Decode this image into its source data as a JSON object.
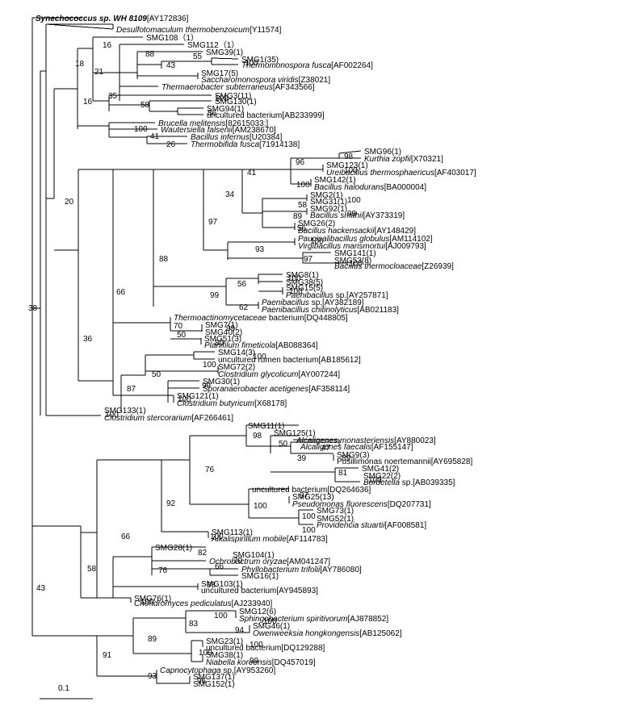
{
  "scale_bar": {
    "label": "0.1"
  },
  "leaves": [
    {
      "name": "Synechococcus sp. WH 8109",
      "acc": "[AY172836]",
      "italic": true,
      "bold": true
    },
    {
      "name": "Desulfotomaculum thermobenzoicum",
      "acc": "[Y11574]",
      "italic": true
    },
    {
      "name": "SMG108（1）",
      "acc": "",
      "italic": false
    },
    {
      "name": "SMG112（1）",
      "acc": "",
      "italic": false
    },
    {
      "name": "SMG39(1)",
      "acc": "",
      "italic": false
    },
    {
      "name": "SMG1(35)",
      "acc": "",
      "italic": false
    },
    {
      "name": "Thermomonospora fusca",
      "acc": "[AF002264]",
      "italic": true
    },
    {
      "name": "SMG17(5)",
      "acc": "",
      "italic": false
    },
    {
      "name": "Saccharomonospora viridis",
      "acc": "[Z38021]",
      "italic": true
    },
    {
      "name": "Thermaerobacter subterraneus",
      "acc": "[AF343566]",
      "italic": true
    },
    {
      "name": "SMG3(11)",
      "acc": "",
      "italic": false
    },
    {
      "name": "SMG130(1)",
      "acc": "",
      "italic": false
    },
    {
      "name": "SMG94(1)",
      "acc": "",
      "italic": false
    },
    {
      "name": "uncultured bacterium",
      "acc": "[AB233999]",
      "italic": false
    },
    {
      "name": "Brucella melitensis",
      "acc": "[82615033:]",
      "italic": true
    },
    {
      "name": "Wautersiella falsenii",
      "acc": "[AM238670]",
      "italic": true
    },
    {
      "name": "Bacillus infernus",
      "acc": "[U20384]",
      "italic": true
    },
    {
      "name": "Thermobifida fusca",
      "acc": "[71914138]",
      "italic": true
    },
    {
      "name": "SMG96(1)",
      "acc": "",
      "italic": false
    },
    {
      "name": "Kurthia zopfii",
      "acc": "[X70321]",
      "italic": true
    },
    {
      "name": "SMG123(1)",
      "acc": "",
      "italic": false
    },
    {
      "name": "Ureibacillus thermosphaericus",
      "acc": "[AF403017]",
      "italic": true
    },
    {
      "name": "SMG142(1)",
      "acc": "",
      "italic": false
    },
    {
      "name": "Bacillus halodurans",
      "acc": "[BA000004]",
      "italic": true
    },
    {
      "name": "SMG2(1)",
      "acc": "",
      "italic": false
    },
    {
      "name": "SMG31(1)",
      "acc": "",
      "italic": false
    },
    {
      "name": "SMG92(1)",
      "acc": "",
      "italic": false
    },
    {
      "name": "Bacillus smithii",
      "acc": "[AY373319]",
      "italic": true
    },
    {
      "name": "SMG26(2)",
      "acc": "",
      "italic": false
    },
    {
      "name": "Bacillus hackensackii",
      "acc": "[AY148429]",
      "italic": true
    },
    {
      "name": "Paucisalibacillus globulus",
      "acc": "[AM114102]",
      "italic": true
    },
    {
      "name": "Virgibacillus marismortui",
      "acc": "[AJ009793]",
      "italic": true
    },
    {
      "name": "SMG141(1)",
      "acc": "",
      "italic": false
    },
    {
      "name": "SMG53(8)",
      "acc": "",
      "italic": false
    },
    {
      "name": "Bacillus thermocloaceae",
      "acc": "[Z26939]",
      "italic": true
    },
    {
      "name": "SMG8(1)",
      "acc": "",
      "italic": false
    },
    {
      "name": "SMG38(5)",
      "acc": "",
      "italic": false
    },
    {
      "name": "SMG15(5)",
      "acc": "",
      "italic": false
    },
    {
      "name": "Paenibacillus",
      "acc": " sp.[AY257871]",
      "italic": true
    },
    {
      "name": "Paenibacillus",
      "acc": " sp.[AY382189]",
      "italic": true
    },
    {
      "name": "Paenibacillus chitinolyticus",
      "acc": "[AB021183]",
      "italic": true
    },
    {
      "name": "Thermoactinomycetaceae",
      "acc": " bacterium[DQ448805]",
      "italic": true
    },
    {
      "name": "SMG7(1)",
      "acc": "",
      "italic": false
    },
    {
      "name": "SMG40(2)",
      "acc": "",
      "italic": false
    },
    {
      "name": "SMG51(3)",
      "acc": "",
      "italic": false
    },
    {
      "name": "Planifilum fimeticola",
      "acc": "[AB088364]",
      "italic": true
    },
    {
      "name": "SMG14(3)",
      "acc": "",
      "italic": false
    },
    {
      "name": "uncultured rumen bacterium",
      "acc": "[AB185612]",
      "italic": false
    },
    {
      "name": "SMG72(2)",
      "acc": "",
      "italic": false
    },
    {
      "name": "Clostridium glycolicum",
      "acc": "[AY007244]",
      "italic": true
    },
    {
      "name": "SMG30(1)",
      "acc": "",
      "italic": false
    },
    {
      "name": "Sporanaerobacter acetigenes",
      "acc": "[AF358114]",
      "italic": true
    },
    {
      "name": "SMG121(1)",
      "acc": "",
      "italic": false
    },
    {
      "name": "Clostridium butyricum",
      "acc": "[X68178]",
      "italic": true
    },
    {
      "name": "SMG133(1)",
      "acc": "",
      "italic": false
    },
    {
      "name": "Clostridium stercorarium",
      "acc": "[AF266461]",
      "italic": true
    },
    {
      "name": "SMG11(1)",
      "acc": "",
      "italic": false
    },
    {
      "name": "SMG125(1)",
      "acc": "",
      "italic": false
    },
    {
      "name": "Alcaligenes monasteriensis",
      "acc": "[AY880023]",
      "italic": true
    },
    {
      "name": "Alcaligenes faecalis",
      "acc": "[AF155147]",
      "italic": true
    },
    {
      "name": "SMG9(3)",
      "acc": "",
      "italic": false
    },
    {
      "name": "Pusillimonas noertemannii",
      "acc": "[AY695828]",
      "italic": false
    },
    {
      "name": "SMG41(2)",
      "acc": "",
      "italic": false
    },
    {
      "name": "SMG22(2)",
      "acc": "",
      "italic": false
    },
    {
      "name": "Bordetella",
      "acc": " sp.[AB039335]",
      "italic": true
    },
    {
      "name": "uncultured bacterium",
      "acc": "[DQ264636]",
      "italic": false
    },
    {
      "name": "SMG25(13)",
      "acc": "",
      "italic": false
    },
    {
      "name": "Pseudomonas fluorescens",
      "acc": "[DQ207731]",
      "italic": true
    },
    {
      "name": "SMG73(1)",
      "acc": "",
      "italic": false
    },
    {
      "name": "SMG52(1)",
      "acc": "",
      "italic": false
    },
    {
      "name": "Providencia stuartii",
      "acc": "[AF008581]",
      "italic": true
    },
    {
      "name": "SMG113(1)",
      "acc": "",
      "italic": false
    },
    {
      "name": "Alkalispirillum mobile",
      "acc": "[AF114783]",
      "italic": true
    },
    {
      "name": "SMG28(1)",
      "acc": "",
      "italic": false
    },
    {
      "name": "SMG104(1)",
      "acc": "",
      "italic": false
    },
    {
      "name": "Ochrobactrum oryzae",
      "acc": "[AM041247]",
      "italic": true
    },
    {
      "name": "Phyllobacterium trifolii",
      "acc": "[AY786080]",
      "italic": true
    },
    {
      "name": "SMG16(1)",
      "acc": "",
      "italic": false
    },
    {
      "name": "SMG103(1)",
      "acc": "",
      "italic": false
    },
    {
      "name": "uncultured bacterium",
      "acc": "[AY945893]",
      "italic": false
    },
    {
      "name": "SMG76(1)",
      "acc": "",
      "italic": false
    },
    {
      "name": "Chondromyces pediculatus",
      "acc": "[AJ233940]",
      "italic": true
    },
    {
      "name": "SMG12(6)",
      "acc": "",
      "italic": false
    },
    {
      "name": "Sphingobacterium spiritivorum",
      "acc": "[AJ878852]",
      "italic": true
    },
    {
      "name": "SMG46(1)",
      "acc": "",
      "italic": false
    },
    {
      "name": "Owenweeksia hongkongensis",
      "acc": "[AB125062]",
      "italic": true
    },
    {
      "name": "SMG23(1)",
      "acc": "",
      "italic": false
    },
    {
      "name": "uncultured bacterium",
      "acc": "[DQ129288]",
      "italic": false
    },
    {
      "name": "SMG38(1)",
      "acc": "",
      "italic": false
    },
    {
      "name": "Niabella koreensis",
      "acc": "[DQ457019]",
      "italic": true
    },
    {
      "name": "Capnocytophaga",
      "acc": " sp.[AY953260]",
      "italic": true
    },
    {
      "name": "SMG137(1)",
      "acc": "",
      "italic": false
    },
    {
      "name": "SMG152(1)",
      "acc": "",
      "italic": false
    }
  ],
  "bootstrap": [
    "16",
    "88",
    "55",
    "100",
    "43",
    "21",
    "18",
    "35",
    "100",
    "58",
    "86",
    "16",
    "100",
    "41",
    "26",
    "98",
    "96",
    "100",
    "41",
    "100",
    "34",
    "100",
    "58",
    "99",
    "89",
    "56",
    "97",
    "100",
    "93",
    "97",
    "100",
    "88",
    "100",
    "56",
    "100",
    "99",
    "62",
    "66",
    "70",
    "99",
    "50",
    "80",
    "36",
    "100",
    "100",
    "50",
    "99",
    "87",
    "100",
    "20",
    "38",
    "100",
    "100",
    "98",
    "47",
    "89",
    "39",
    "50",
    "81",
    "100",
    "76",
    "97",
    "100",
    "100",
    "100",
    "92",
    "100",
    "66",
    "82",
    "70",
    "66",
    "76",
    "98",
    "58",
    "100",
    "100",
    "83",
    "94",
    "100",
    "89",
    "99",
    "100",
    "91",
    "93",
    "96",
    "43"
  ]
}
